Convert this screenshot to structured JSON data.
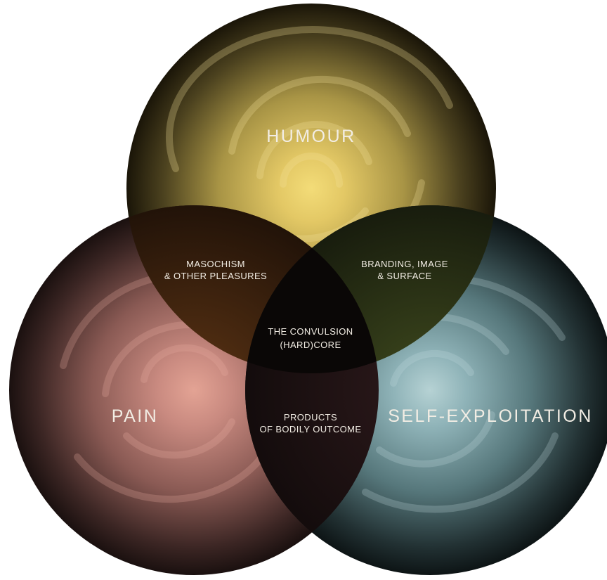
{
  "diagram": {
    "type": "venn",
    "sets": [
      {
        "id": "humour",
        "label": "HUMOUR",
        "color": "#e6cf6a"
      },
      {
        "id": "pain",
        "label": "PAIN",
        "color": "#c98a80"
      },
      {
        "id": "self_exploitation",
        "label": "SELF-EXPLOITATION",
        "color": "#8fb3b8"
      }
    ],
    "intersections": {
      "humour_pain": [
        "MASOCHISM",
        "& OTHER PLEASURES"
      ],
      "humour_self_exploitation": [
        "BRANDING, IMAGE",
        "& SURFACE"
      ],
      "pain_self_exploitation": [
        "PRODUCTS",
        "OF BODILY OUTCOME"
      ],
      "all_three": [
        "THE CONVULSION",
        "(HARD)CORE"
      ]
    }
  }
}
